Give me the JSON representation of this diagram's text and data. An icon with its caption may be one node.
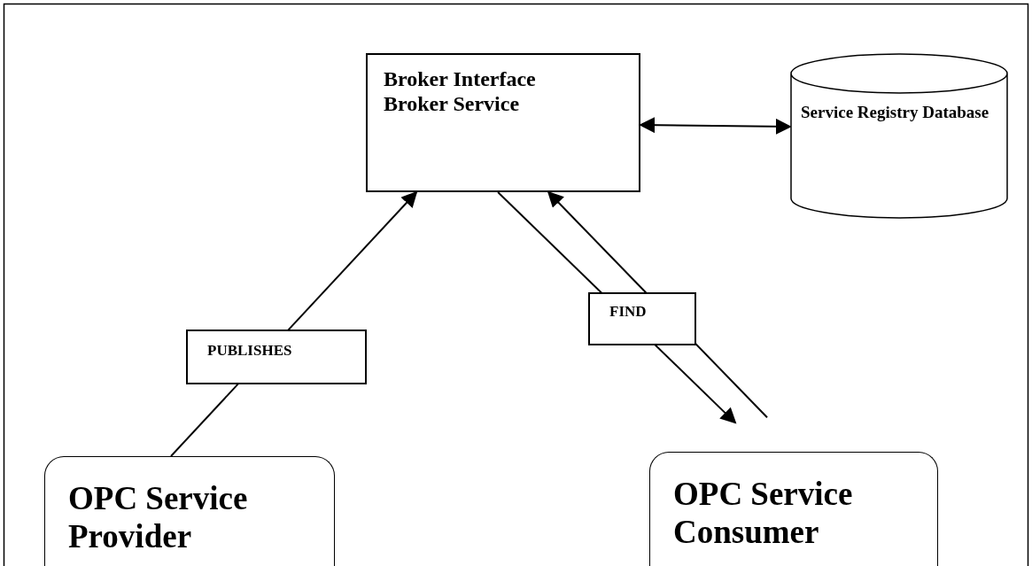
{
  "diagram": {
    "nodes": [
      {
        "text": [
          "Broker Interface",
          "Broker Service"
        ]
      },
      {
        "text": [
          "Service Registry Database"
        ]
      },
      {
        "text": [
          "OPC Service Provider"
        ]
      },
      {
        "text": [
          "OPC Service Consumer"
        ]
      }
    ],
    "edges": [
      {
        "from": 0,
        "to": 1,
        "arrow": "both"
      },
      {
        "from": 2,
        "to": 0,
        "arrow": "to",
        "label": "PUBLISHES"
      },
      {
        "from": 0,
        "to": 3,
        "arrow": "to",
        "label": "FIND"
      },
      {
        "from": 3,
        "to": 0,
        "arrow": "to"
      }
    ]
  }
}
